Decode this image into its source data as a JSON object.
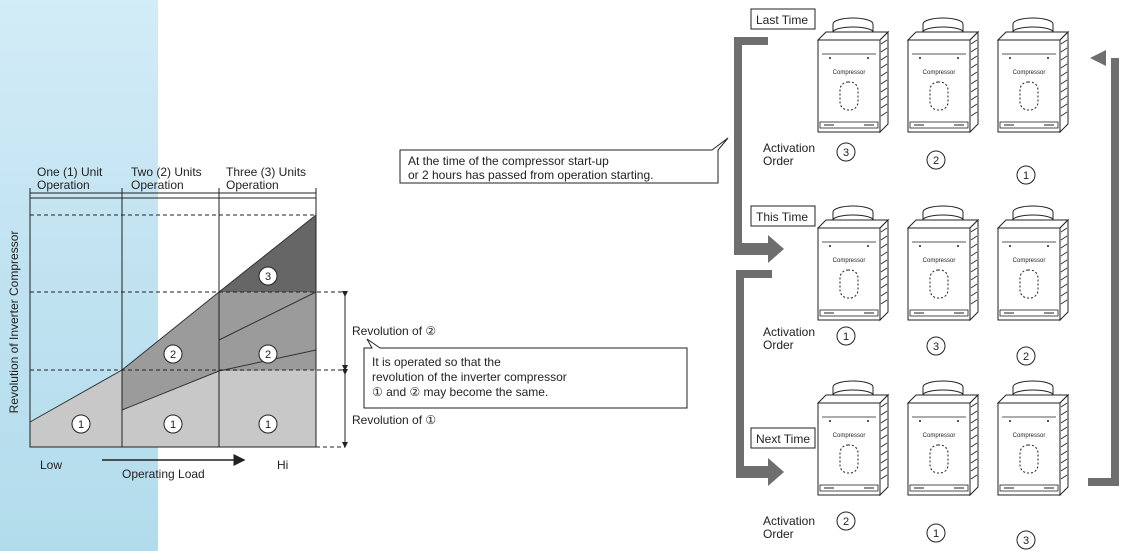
{
  "graph": {
    "y_axis_label": "Revolution of Inverter Compressor",
    "zones": [
      {
        "line1": "One (1) Unit",
        "line2": "Operation"
      },
      {
        "line1": "Two (2) Units",
        "line2": "Operation"
      },
      {
        "line1": "Three (3) Units",
        "line2": "Operation"
      }
    ],
    "x_low": "Low",
    "x_high": "Hi",
    "x_axis_label": "Operating Load",
    "region_labels": [
      "1",
      "2",
      "3"
    ],
    "region_colors": {
      "unit1": "#c8c8c8",
      "unit2": "#9b9b9b",
      "unit3": "#666666"
    }
  },
  "annotations": {
    "revolution_2": "Revolution of ②",
    "revolution_1": "Revolution of ①",
    "callout_lines": [
      "It is operated so that the",
      "revolution of the inverter compressor",
      "① and ② may become the same."
    ],
    "startup_lines": [
      "At the time of the compressor start-up",
      "or 2 hours has passed from operation starting."
    ]
  },
  "rotation": {
    "compressor_label": "Compressor",
    "activation_label_line1": "Activation",
    "activation_label_line2": "Order",
    "rows": [
      {
        "label": "Last Time",
        "order": [
          "3",
          "2",
          "1"
        ]
      },
      {
        "label": "This Time",
        "order": [
          "1",
          "3",
          "2"
        ]
      },
      {
        "label": "Next Time",
        "order": [
          "2",
          "1",
          "3"
        ]
      }
    ]
  },
  "colors": {
    "arrow": "#6e6e6e",
    "line": "#333333"
  }
}
